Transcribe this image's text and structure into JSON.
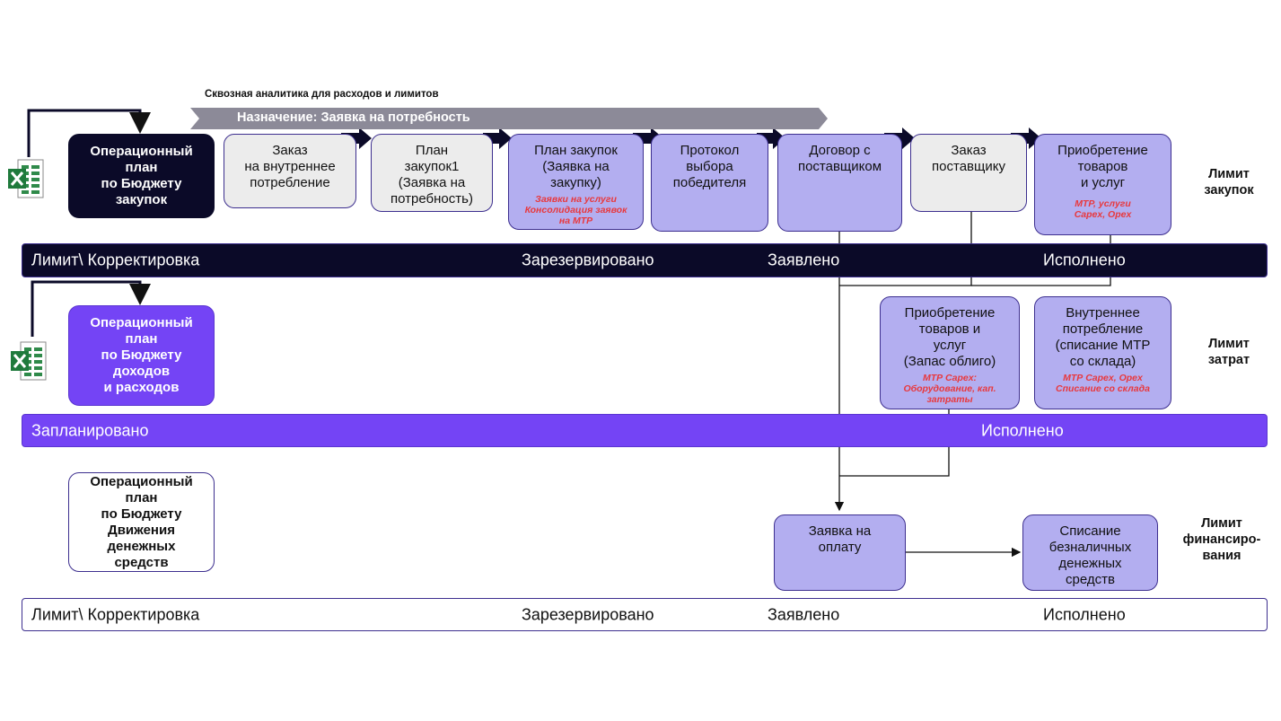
{
  "header": {
    "subtitle": "Сквозная аналитика для расходов и лимитов",
    "banner": "Назначение: Заявка на потребность"
  },
  "plans": {
    "purchase": "Операционный\nплан\nпо Бюджету\nзакупок",
    "income": "Операционный\nплан\nпо Бюджету\nдоходов\nи расходов",
    "cash": "Операционный\nплан\nпо Бюджету\nДвижения\nденежных\nсредств"
  },
  "process": [
    {
      "text": "Заказ\nна внутреннее\nпотребление",
      "note": ""
    },
    {
      "text": "План\nзакупок1\n(Заявка на\nпотребность)",
      "note": ""
    },
    {
      "text": "План закупок\n(Заявка на\nзакупку)",
      "note": "Заявки на услуги\nКонсолидация  заявок\nна МТР"
    },
    {
      "text": "Протокол\nвыбора\nпобедителя",
      "note": ""
    },
    {
      "text": "Договор с\nпоставщиком",
      "note": ""
    },
    {
      "text": "Заказ\nпоставщику",
      "note": ""
    },
    {
      "text": "Приобретение\nтоваров\nи услуг",
      "note": "МТР, услуги\nCapex, Opex"
    }
  ],
  "cost_boxes": [
    {
      "text": "Приобретение\nтоваров и\nуслуг\n(Запас облиго)",
      "note": "МТР Capex:\nОборудование, кап.\nзатраты"
    },
    {
      "text": "Внутреннее\nпотребление\n(списание МТР\nсо склада)",
      "note": "МТР Capex, Opex\nСписание со склада"
    }
  ],
  "finance_boxes": [
    {
      "text": "Заявка на\nоплату"
    },
    {
      "text": "Списание\nбезналичных\nденежных\nсредств"
    }
  ],
  "bars": {
    "purchase": [
      "Лимит\\ Корректировка",
      "Зарезервировано",
      "Заявлено",
      "Исполнено"
    ],
    "cost": [
      "Запланировано",
      "Исполнено"
    ],
    "finance": [
      "Лимит\\ Корректировка",
      "Зарезервировано",
      "Заявлено",
      "Исполнено"
    ]
  },
  "limits": {
    "purchase": "Лимит\nзакупок",
    "cost": "Лимит\nзатрат",
    "finance": "Лимит\nфинансиро-\nвания"
  },
  "icons": [
    "excel-icon",
    "excel-icon"
  ],
  "colors": {
    "dark": "#0b0a28",
    "purple": "#7444f5",
    "lavender": "#b3aef0",
    "gray": "#ececec",
    "note": "#e8383d",
    "banner": "#8c8a98"
  }
}
